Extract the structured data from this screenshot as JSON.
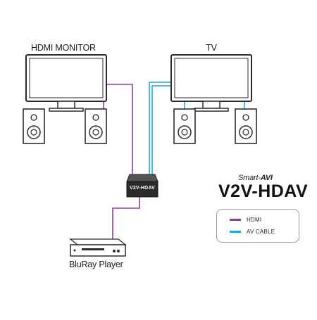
{
  "labels": {
    "monitor": "HDMI MONITOR",
    "tv": "TV",
    "bluray": "BluRay Player",
    "device": "V2V-HDAV"
  },
  "brand": {
    "prefix": "Smart-",
    "logo": "AVI",
    "product": "V2V-HDAV"
  },
  "legend": {
    "items": [
      {
        "label": "HDMI",
        "color": "#8b3fa0"
      },
      {
        "label": "AV CABLE",
        "color": "#1fa7d6"
      }
    ]
  },
  "colors": {
    "hdmi": "#8b3fa0",
    "av": "#1fa7d6",
    "device": "#2a2a2a",
    "outline": "#2b2b2b"
  }
}
